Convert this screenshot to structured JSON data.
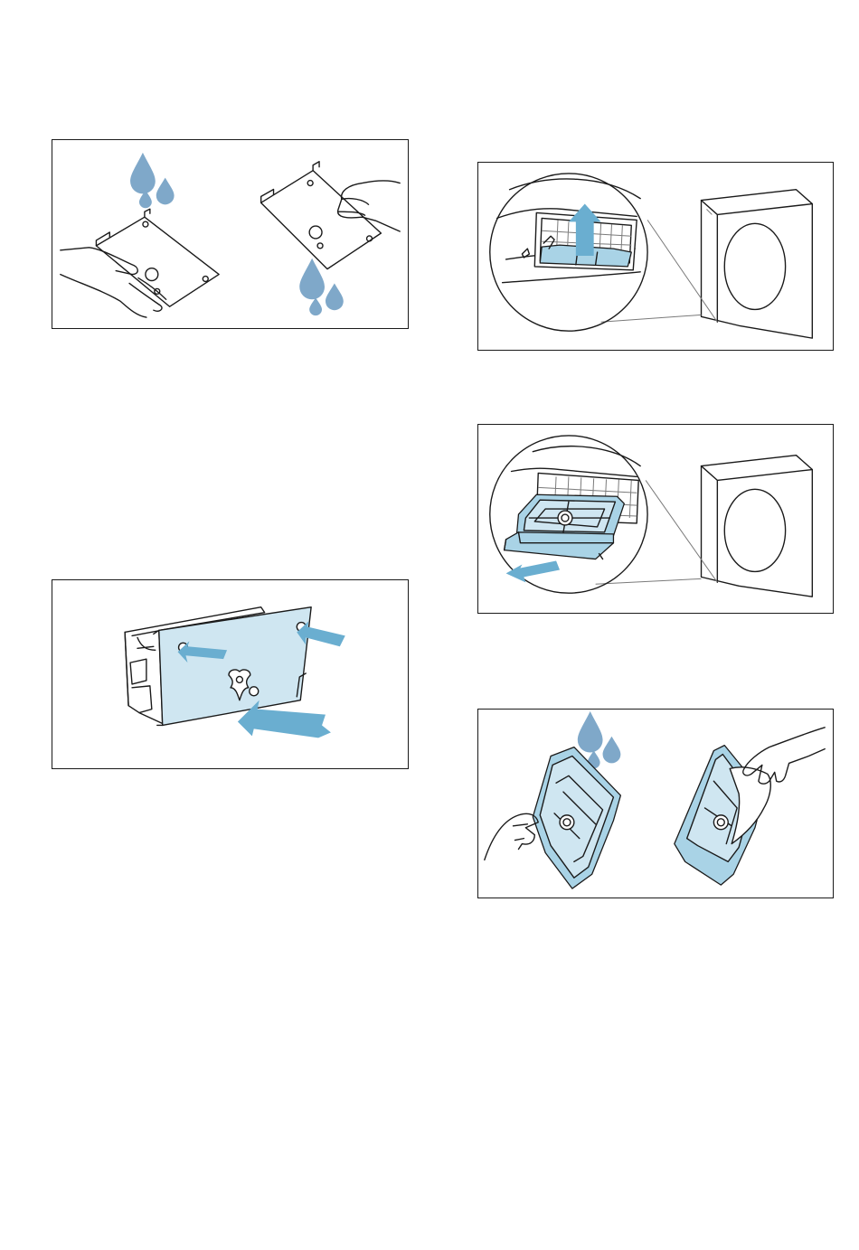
{
  "document": {
    "figures": [
      {
        "id": "fig-rinse-plate",
        "icon": "water-drops-icon"
      },
      {
        "id": "fig-insert-plate",
        "icon": "arrow-icon"
      },
      {
        "id": "fig-lift-flap",
        "icon": "arrow-up-icon"
      },
      {
        "id": "fig-pull-filter",
        "icon": "arrow-out-icon"
      },
      {
        "id": "fig-rinse-filter",
        "icon": "water-drops-icon"
      }
    ]
  },
  "colors": {
    "water": "#7fa8c9",
    "arrow": "#6aaed0",
    "part_fill": "#cfe6f1",
    "outline": "#1a1a1a"
  }
}
